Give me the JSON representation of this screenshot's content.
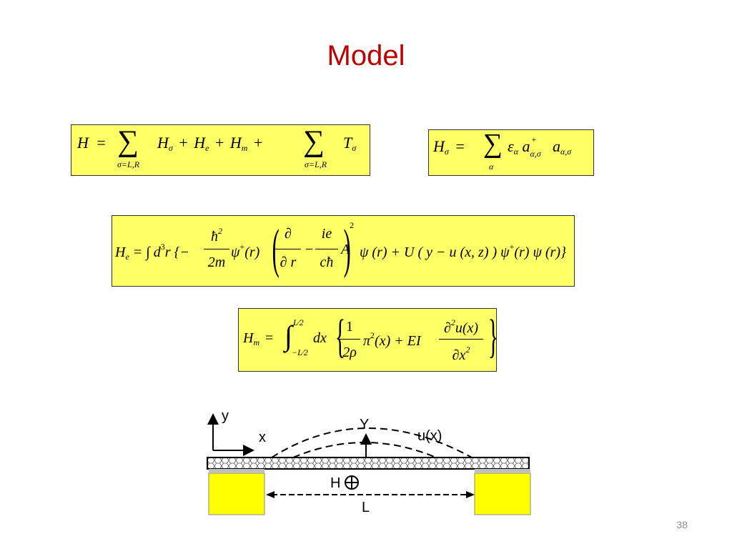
{
  "slide": {
    "title": "Model",
    "page_number": "38"
  },
  "equations": {
    "h_total": {
      "H": "H",
      "eq": "=",
      "sum1_index": "σ=L,R",
      "H_sigma": "H",
      "sigma": "σ",
      "plus1": "+",
      "H_e": "H",
      "e": "e",
      "plus2": "+",
      "H_m": "H",
      "m": "m",
      "plus3": "+",
      "sum2_index": "σ=L,R",
      "T": "T",
      "sigma2": "σ"
    },
    "h_sigma": {
      "lhs": "H",
      "lhs_sub": "σ",
      "eq": "=",
      "sum_index": "α",
      "eps": "ε",
      "eps_sub": "α",
      "a1": "a",
      "a1_sup": "+",
      "a1_sub": "α,σ",
      "a2": "a",
      "a2_sub": "α,σ"
    },
    "h_e": {
      "lhs": "H",
      "lhs_sub": "e",
      "prefix": "= ∫ d",
      "cube": "3",
      "r_brace": "r {−",
      "hbar2": "ħ",
      "hbar_sq": "2",
      "two_m": "2m",
      "psi_plus": "ψ",
      "psi_plus_sup": "+",
      "of_r": "(r)",
      "partial": "∂",
      "partial_r": "∂ r",
      "minus": "−",
      "ie": "ie",
      "c_hbar": "cħ",
      "A": "A",
      "outer_sq": "2",
      "tail": "ψ (r) + U ( y − u (x, z) ) ψ",
      "tail_sup": "+",
      "tail_end": "(r) ψ (r)}"
    },
    "h_m": {
      "lhs": "H",
      "lhs_sub": "m",
      "eq": "=",
      "int": "∫",
      "upper": "L⁄2",
      "lower": "−L⁄2",
      "dx": "dx",
      "one": "1",
      "two_rho": "2ρ",
      "pi": "π",
      "pi_sq": "2",
      "of_x": "(x) + EI",
      "d2u": "∂",
      "d2u_sq": "2",
      "u_x": "u(x)",
      "dx2": "∂x",
      "dx2_sq": "2"
    }
  },
  "diagram": {
    "label_y": "y",
    "label_x": "x",
    "label_Y": "Y",
    "label_ux": "u(x)",
    "label_H": "H",
    "label_L": "L",
    "color_support": "#ffff00"
  }
}
